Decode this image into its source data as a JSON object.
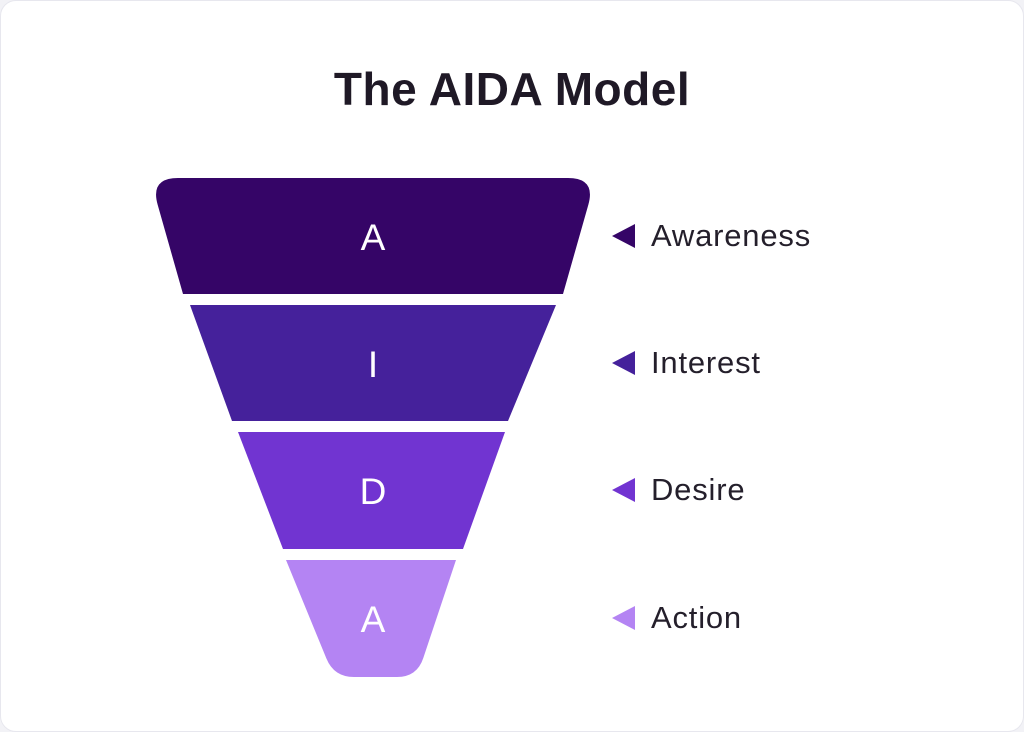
{
  "title": "The AIDA Model",
  "stages": [
    {
      "letter": "A",
      "label": "Awareness",
      "color": "#350567"
    },
    {
      "letter": "I",
      "label": "Interest",
      "color": "#45219B"
    },
    {
      "letter": "D",
      "label": "Desire",
      "color": "#7134D1"
    },
    {
      "letter": "A",
      "label": "Action",
      "color": "#B484F3"
    }
  ],
  "colors": {
    "canvas": "#FFFFFF",
    "title_text": "#1F1926",
    "label_text": "#241F2B",
    "stage_letter": "#FFFFFF"
  },
  "icons": {
    "marker": "left-pointing-triangle"
  }
}
